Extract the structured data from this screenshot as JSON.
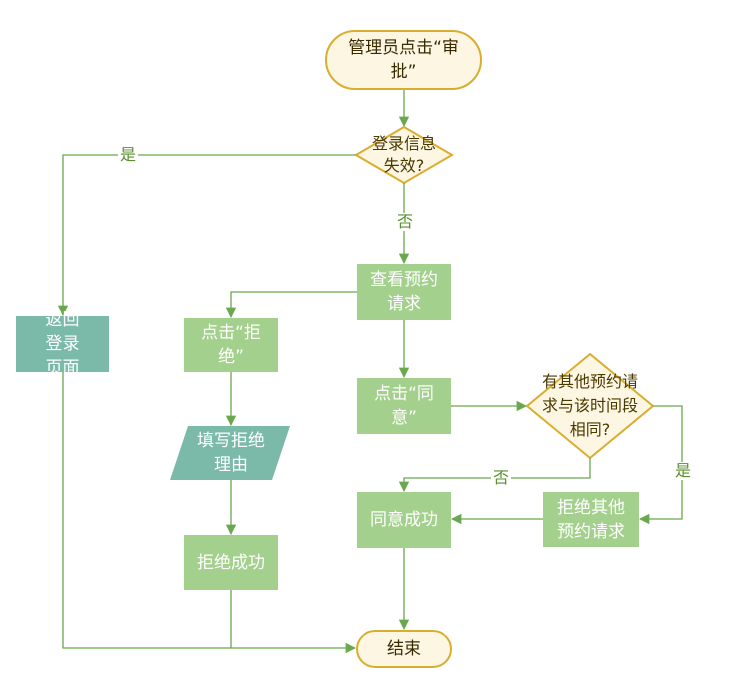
{
  "nodes": {
    "start": "管理员点击“审批”",
    "check_login": "登录信息失效?",
    "return_login": "返回登录页面",
    "view_requests": "查看预约请求",
    "click_reject": "点击“拒绝”",
    "fill_reason": "填写拒绝理由",
    "reject_success": "拒绝成功",
    "click_agree": "点击“同意”",
    "check_same": "有其他预约请求与该时间段相同?",
    "reject_others": "拒绝其他预约请求",
    "agree_success": "同意成功",
    "end": "结束"
  },
  "edge_labels": {
    "yes_1": "是",
    "no_1": "否",
    "no_2": "否",
    "yes_2": "是"
  },
  "colors": {
    "line": "#6aa84f",
    "process": "#a4d08e",
    "subprocess": "#7bb9a8",
    "terminal_border": "#d9ad2e",
    "terminal_fill": "#fdf6e3"
  }
}
